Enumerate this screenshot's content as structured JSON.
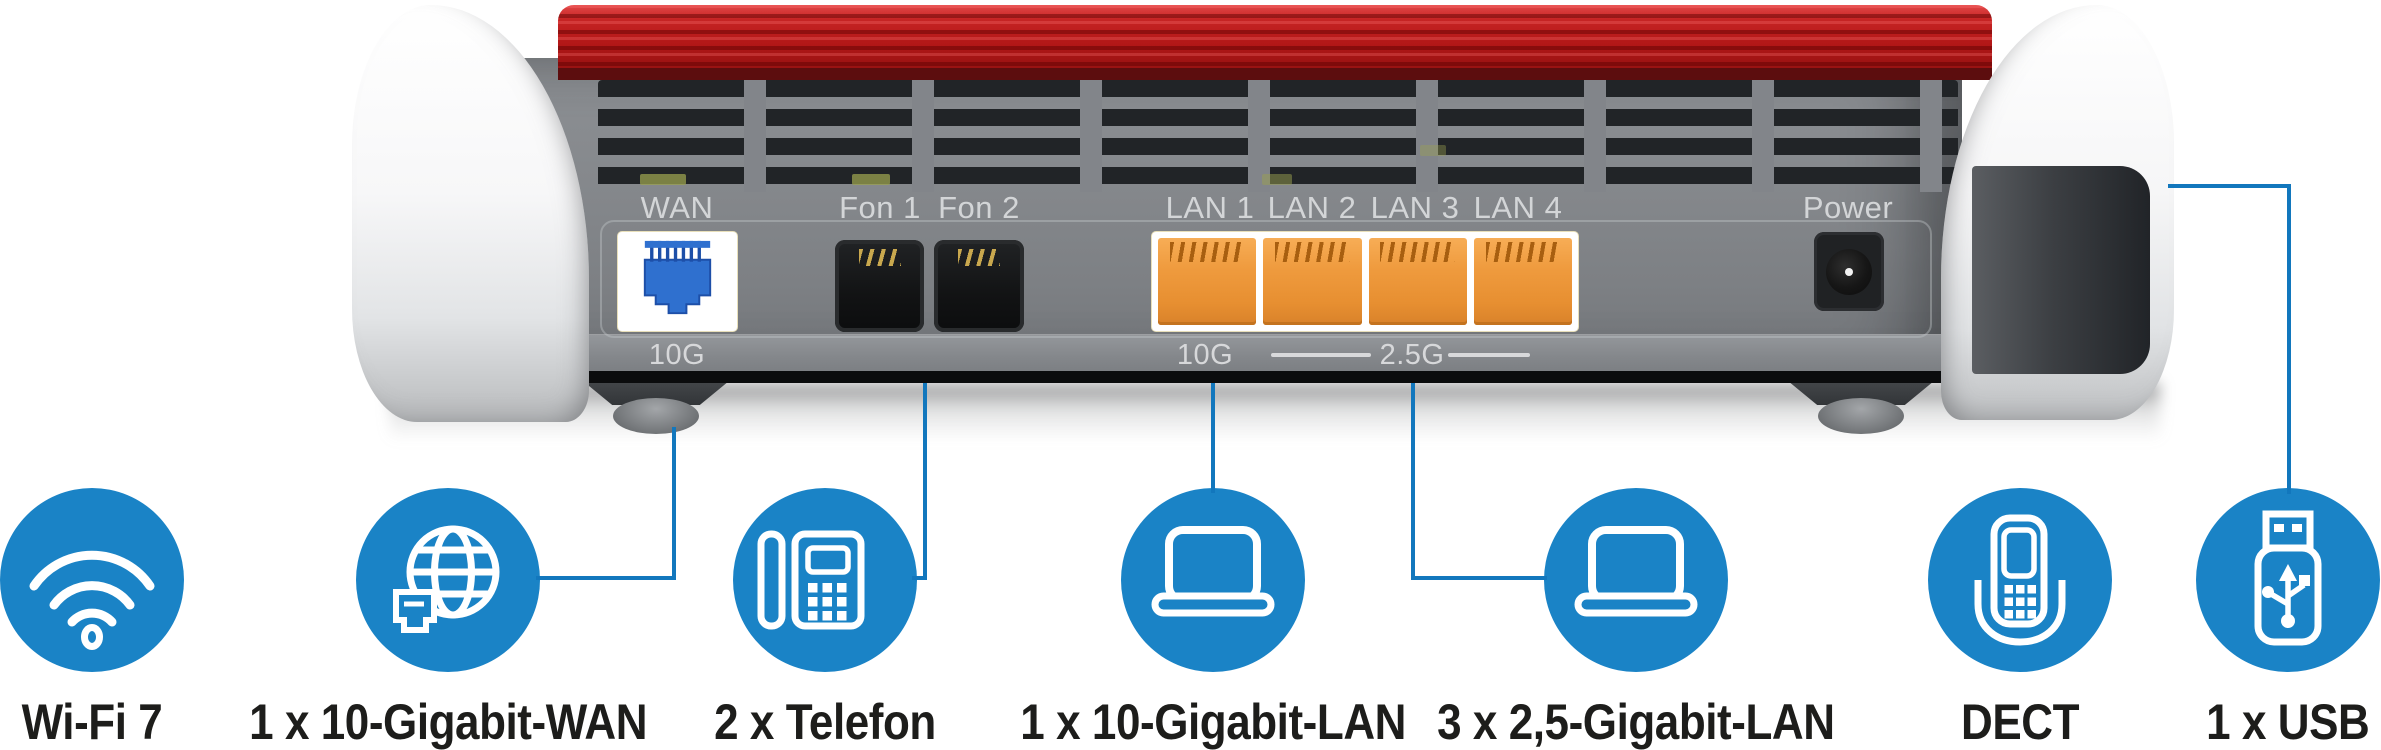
{
  "device": {
    "port_labels": [
      "WAN",
      "Fon 1",
      "Fon 2",
      "LAN 1",
      "LAN 2",
      "LAN 3",
      "LAN 4",
      "Power"
    ],
    "speed_labels": [
      "10G",
      "10G",
      "2.5G"
    ]
  },
  "features": [
    {
      "label": "Wi-Fi 7",
      "icon": "wifi-icon"
    },
    {
      "label": "1 x 10-Gigabit-WAN",
      "icon": "globe-wan-icon"
    },
    {
      "label": "2 x Telefon",
      "icon": "telephone-icon"
    },
    {
      "label": "1 x 10-Gigabit-LAN",
      "icon": "laptop-icon"
    },
    {
      "label": "3 x 2,5-Gigabit-LAN",
      "icon": "laptop-icon"
    },
    {
      "label": "DECT",
      "icon": "dect-handset-icon"
    },
    {
      "label": "1 x USB",
      "icon": "usb-stick-icon"
    }
  ],
  "colors": {
    "accent_blue": "#1a83c6",
    "connector_line_blue": "#1277bd",
    "roof_red": "#b21717",
    "lan_port_orange": "#ef9b3e",
    "wan_port_blue": "#2f70cf",
    "panel_gray": "#85888c",
    "device_label_gray": "#d3d5d7",
    "feature_label_black": "#1d1d1b"
  }
}
